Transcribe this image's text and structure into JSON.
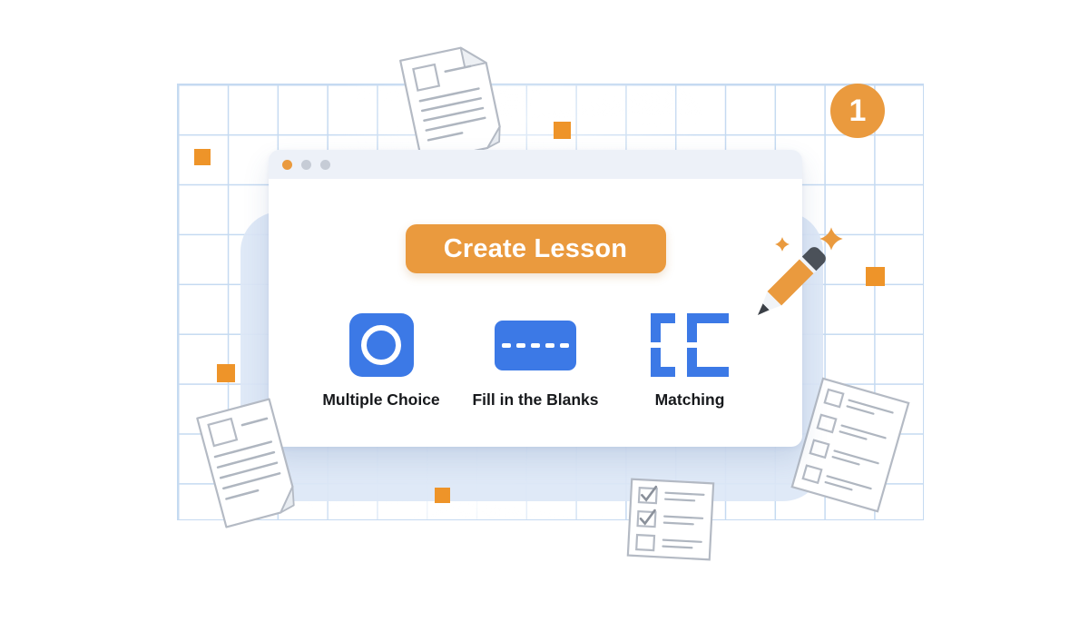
{
  "badge": {
    "value": "1"
  },
  "window": {
    "button": {
      "label": "Create Lesson"
    },
    "options": [
      {
        "label": "Multiple Choice",
        "icon": "radio-circle-icon"
      },
      {
        "label": "Fill in the Blanks",
        "icon": "dashed-blank-icon"
      },
      {
        "label": "Matching",
        "icon": "matching-brackets-icon"
      }
    ]
  },
  "colors": {
    "orange": "#EA9A3E",
    "orange_square": "#EE9429",
    "blue_icon": "#3C79E6",
    "grid_line": "#BCD4EF",
    "backdrop": "#DCE7F6",
    "window_bar": "#EDF1F8",
    "dot_gray": "#C6CCD6",
    "paper_outline": "#B4BAC4",
    "paper_line": "#AFB6C0",
    "pencil_eraser": "#4B5159",
    "graphite": "#3A3F46",
    "label_text": "#17191C"
  },
  "decorations": {
    "sparkle_count": 2,
    "orange_square_count": 5,
    "paper_count": 4
  }
}
